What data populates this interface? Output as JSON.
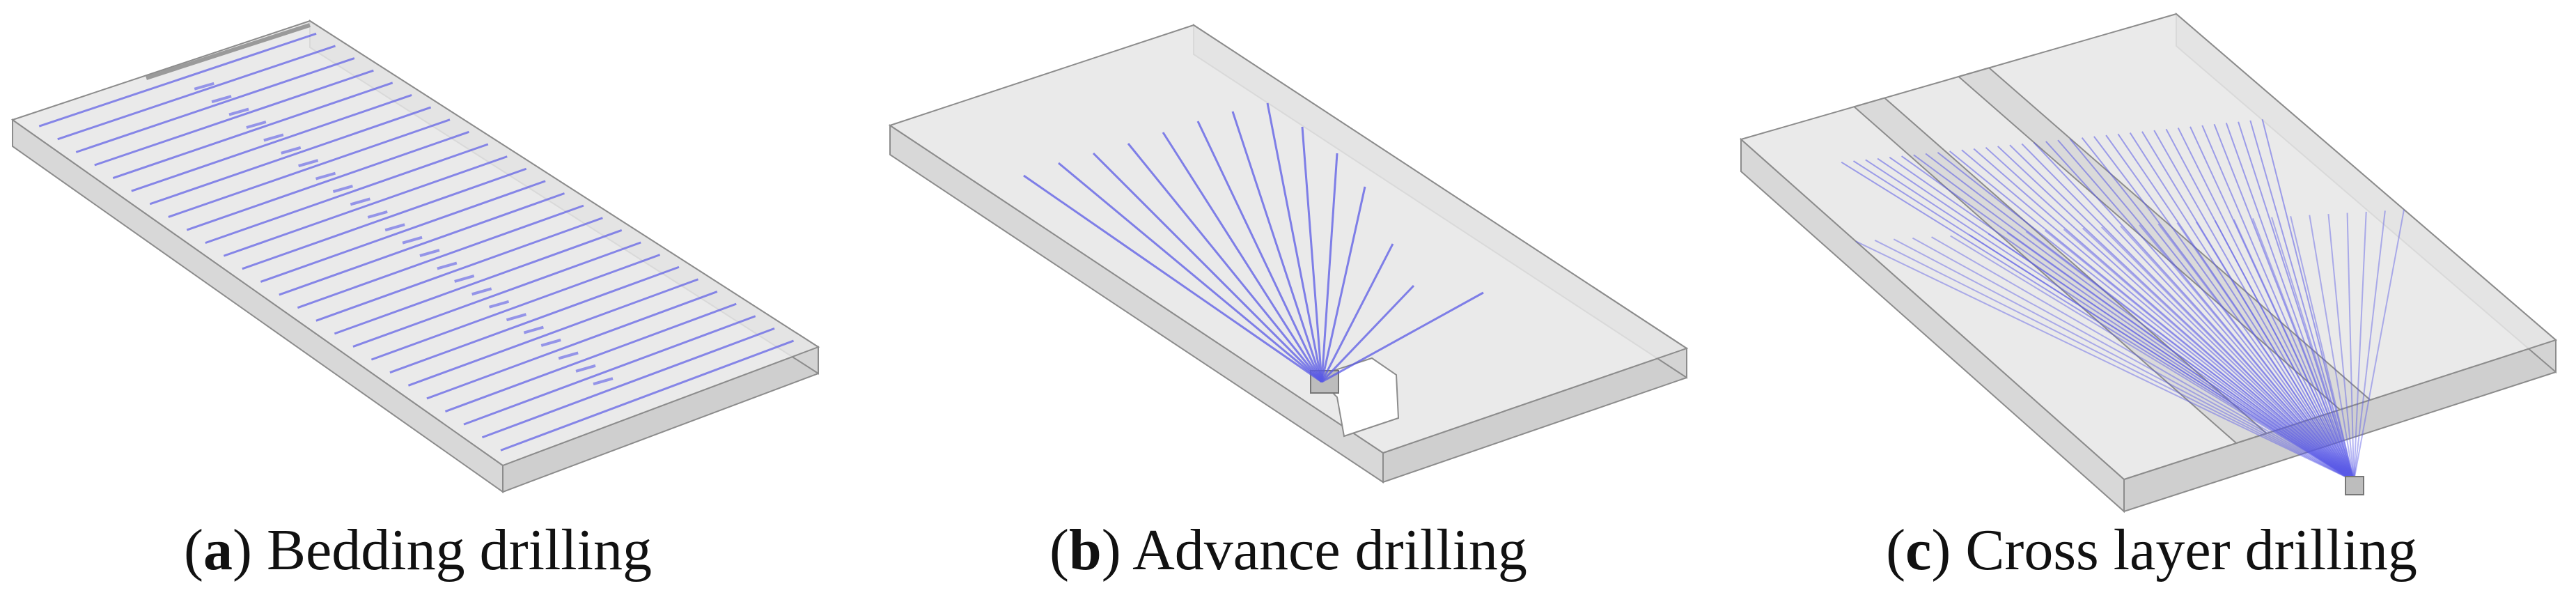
{
  "figure": {
    "panels": [
      {
        "id": "a",
        "letter": "a",
        "title": "Bedding drilling"
      },
      {
        "id": "b",
        "letter": "b",
        "title": "Advance drilling"
      },
      {
        "id": "c",
        "letter": "c",
        "title": "Cross layer drilling"
      }
    ],
    "colors": {
      "slab_top": "#e6e6e6",
      "slab_side": "#cfcfcf",
      "slab_edge": "#8c8c8c",
      "borehole": "#5a5ae6"
    }
  }
}
